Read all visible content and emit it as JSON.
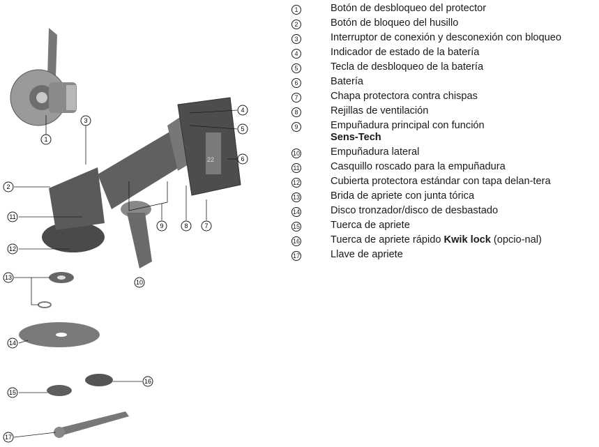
{
  "legend": [
    {
      "n": "1",
      "text": "Botón de desbloqueo del protector"
    },
    {
      "n": "2",
      "text": "Botón de bloqueo del husillo"
    },
    {
      "n": "3",
      "text": "Interruptor de conexión y desconexión con bloqueo"
    },
    {
      "n": "4",
      "text": "Indicador de estado de la batería"
    },
    {
      "n": "5",
      "text": "Tecla de desbloqueo de la batería"
    },
    {
      "n": "6",
      "text": "Batería"
    },
    {
      "n": "7",
      "text": "Chapa protectora contra chispas"
    },
    {
      "n": "8",
      "text": "Rejillas de ventilación"
    },
    {
      "n": "9",
      "text": "Empuñadura principal con función",
      "bold": "Sens-Tech"
    },
    {
      "n": "10",
      "text": "Empuñadura lateral"
    },
    {
      "n": "11",
      "text": "Casquillo roscado para la empuñadura"
    },
    {
      "n": "12",
      "text": "Cubierta protectora estándar con tapa delan-tera"
    },
    {
      "n": "13",
      "text": "Brida de apriete con junta tórica"
    },
    {
      "n": "14",
      "text": "Disco tronzador/disco de desbastado"
    },
    {
      "n": "15",
      "text": "Tuerca de apriete"
    },
    {
      "n": "16",
      "text": "Tuerca de apriete rápido",
      "bold": "Kwik lock",
      "after": " (opcio-nal)"
    },
    {
      "n": "17",
      "text": "Llave de apriete"
    }
  ],
  "figure": {
    "battery_mark": "22",
    "callouts": [
      "1",
      "2",
      "3",
      "4",
      "5",
      "6",
      "7",
      "8",
      "9",
      "10",
      "11",
      "12",
      "13",
      "14",
      "15",
      "16",
      "17"
    ]
  }
}
